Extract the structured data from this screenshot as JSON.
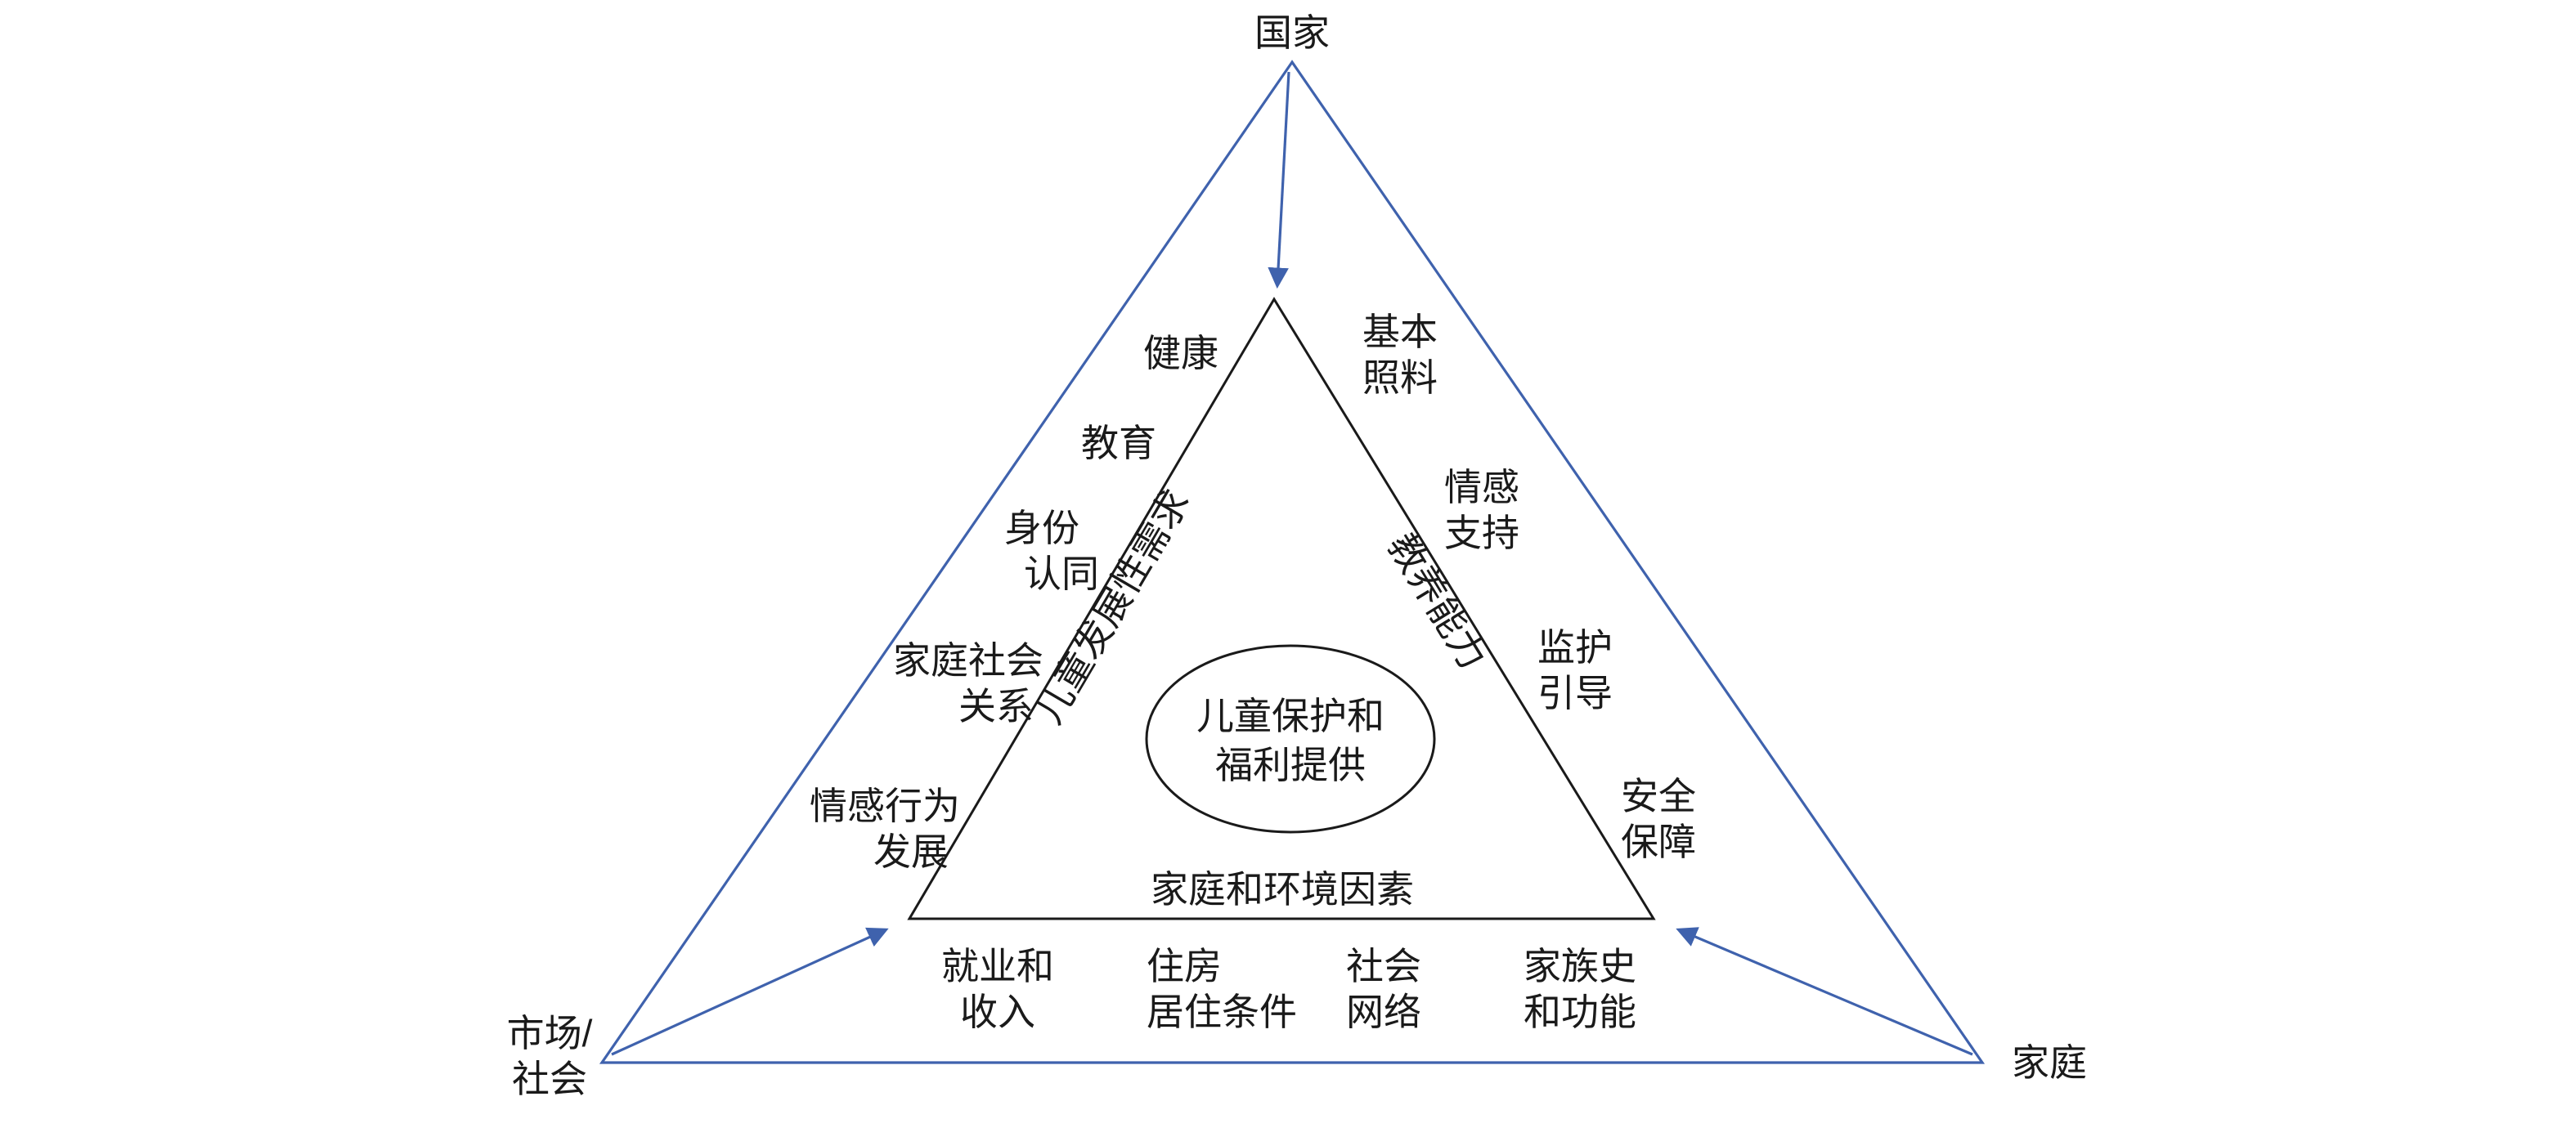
{
  "diagram": {
    "background": "#ffffff",
    "colors": {
      "outer": "#3f62ad",
      "inner": "#1a1a1a",
      "text": "#1a1a1a"
    },
    "vertices": {
      "top": "国家",
      "bottom_left": {
        "line1": "市场/",
        "line2": "社会"
      },
      "bottom_right": "家庭"
    },
    "sides": {
      "left": "儿童发展性需求",
      "right": "教养能力",
      "bottom": "家庭和环境因素"
    },
    "center": {
      "line1": "儿童保护和",
      "line2": "福利提供"
    },
    "development_needs": [
      {
        "line1": "健康",
        "line2": ""
      },
      {
        "line1": "教育",
        "line2": ""
      },
      {
        "line1": "身份",
        "line2": "认同"
      },
      {
        "line1": "家庭社会",
        "line2": "关系"
      },
      {
        "line1": "情感行为",
        "line2": "发展"
      }
    ],
    "parenting_capacity": [
      {
        "line1": "基本",
        "line2": "照料"
      },
      {
        "line1": "情感",
        "line2": "支持"
      },
      {
        "line1": "监护",
        "line2": "引导"
      },
      {
        "line1": "安全",
        "line2": "保障"
      }
    ],
    "family_environment": [
      {
        "line1": "就业和",
        "line2": "收入"
      },
      {
        "line1": "住房",
        "line2": "居住条件"
      },
      {
        "line1": "社会",
        "line2": "网络"
      },
      {
        "line1": "家族史",
        "line2": "和功能"
      }
    ]
  }
}
